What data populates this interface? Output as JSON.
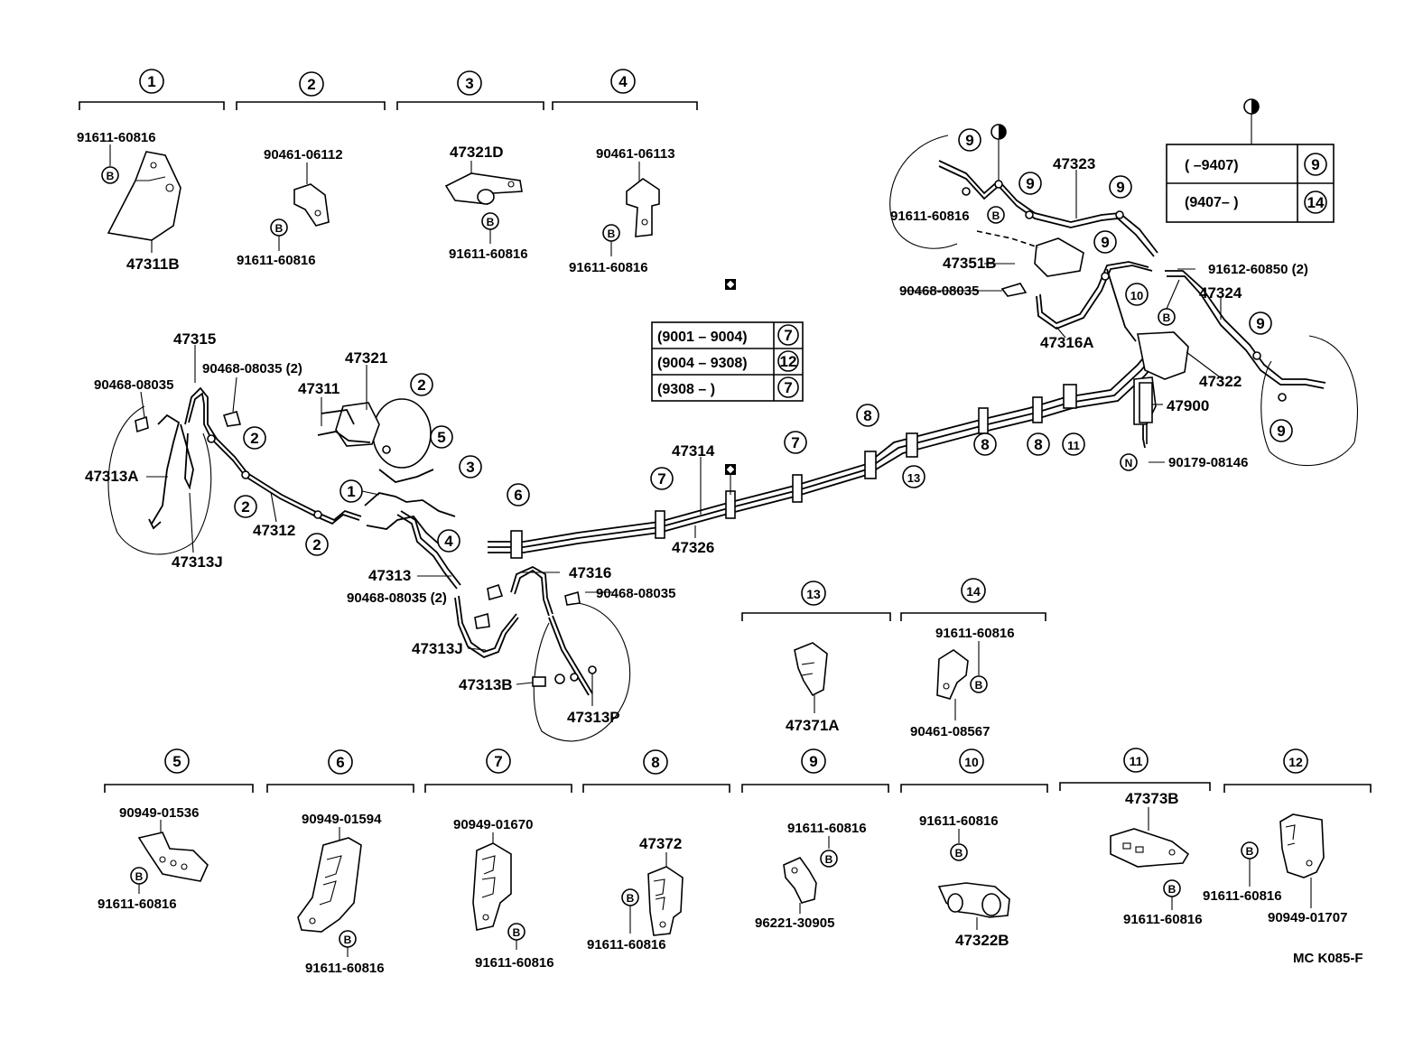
{
  "diagram": {
    "code": "MC  K085-F",
    "groups": [
      {
        "num": "1",
        "parts": [
          "91611-60816",
          "47311B"
        ]
      },
      {
        "num": "2",
        "parts": [
          "90461-06112",
          "91611-60816"
        ]
      },
      {
        "num": "3",
        "parts": [
          "47321D",
          "91611-60816"
        ]
      },
      {
        "num": "4",
        "parts": [
          "90461-06113",
          "91611-60816"
        ]
      },
      {
        "num": "5",
        "parts": [
          "90949-01536",
          "91611-60816"
        ]
      },
      {
        "num": "6",
        "parts": [
          "90949-01594",
          "91611-60816"
        ]
      },
      {
        "num": "7",
        "parts": [
          "90949-01670",
          "91611-60816"
        ]
      },
      {
        "num": "8",
        "parts": [
          "47372",
          "91611-60816"
        ]
      },
      {
        "num": "9",
        "parts": [
          "91611-60816",
          "96221-30905"
        ]
      },
      {
        "num": "10",
        "parts": [
          "91611-60816",
          "47322B"
        ]
      },
      {
        "num": "11",
        "parts": [
          "47373B",
          "91611-60816"
        ]
      },
      {
        "num": "12",
        "parts": [
          "91611-60816",
          "90949-01707"
        ]
      },
      {
        "num": "13",
        "parts": [
          "47371A"
        ]
      },
      {
        "num": "14",
        "parts": [
          "91611-60816",
          "90461-08567"
        ]
      }
    ],
    "main_labels": {
      "p47315": "47315",
      "p90468a": "90468-08035",
      "p90468b": "90468-08035 (2)",
      "p47313A": "47313A",
      "p47313J_left": "47313J",
      "p47312": "47312",
      "p47321": "47321",
      "p47311": "47311",
      "p47313": "47313",
      "p90468c": "90468-08035 (2)",
      "p47316": "47316",
      "p90468d": "90468-08035",
      "p47313J_bot": "47313J",
      "p47313B": "47313B",
      "p47313P": "47313P",
      "p47314": "47314",
      "p47326": "47326",
      "p47323": "47323",
      "p91611_right": "91611-60816",
      "p47351B": "47351B",
      "p90468e": "90468-08035",
      "p47316A": "47316A",
      "p91612": "91612-60850 (2)",
      "p47324": "47324",
      "p47322": "47322",
      "p47900": "47900",
      "p90179": "90179-08146"
    },
    "table_diamond": {
      "rows": [
        {
          "range": "(9001 – 9004)",
          "ref": "7"
        },
        {
          "range": "(9004 – 9308)",
          "ref": "12"
        },
        {
          "range": "(9308 –           )",
          "ref": "7"
        }
      ]
    },
    "table_halfcircle": {
      "rows": [
        {
          "range": "(        –9407)",
          "ref": "9"
        },
        {
          "range": "(9407–         )",
          "ref": "14"
        }
      ]
    },
    "marks": {
      "bolt": "B",
      "nut": "N"
    }
  }
}
